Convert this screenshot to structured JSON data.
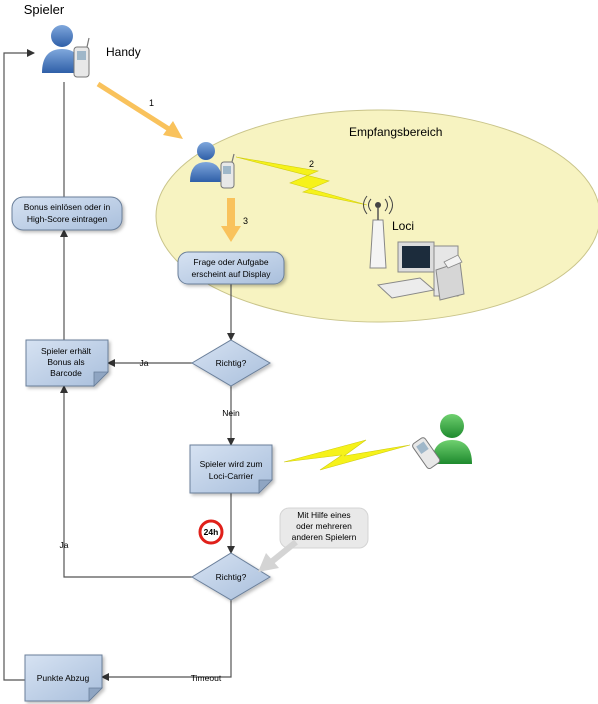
{
  "labels": {
    "spieler": "Spieler",
    "handy": "Handy",
    "empfangsbereich": "Empfangsbereich",
    "loci": "Loci",
    "step1": "1",
    "step2": "2",
    "step3": "3",
    "ja1": "Ja",
    "nein": "Nein",
    "ja2": "Ja",
    "timeout": "Timeout",
    "badge24": "24h"
  },
  "boxes": {
    "bonus_line1": "Bonus einlösen oder in",
    "bonus_line2": "High-Score eintragen",
    "frage_line1": "Frage oder Aufgabe",
    "frage_line2": "erscheint auf Display",
    "erhaelt_line1": "Spieler erhält",
    "erhaelt_line2": "Bonus als",
    "erhaelt_line3": "Barcode",
    "carrier_line1": "Spieler wird zum",
    "carrier_line2": "Loci-Carrier",
    "abzug": "Punkte Abzug",
    "hilfe_line1": "Mit Hilfe eines",
    "hilfe_line2": "oder mehreren",
    "hilfe_line3": "anderen Spielern"
  },
  "decisions": {
    "richtig1": "Richtig?",
    "richtig2": "Richtig?"
  },
  "colors": {
    "ellipse_fill": "#f7f3c1",
    "box_fill": "#c5d5ea",
    "arrow_orange": "#f9c25c",
    "lightning": "#f6f21a",
    "badge_red": "#e0201a",
    "line": "#555555"
  }
}
